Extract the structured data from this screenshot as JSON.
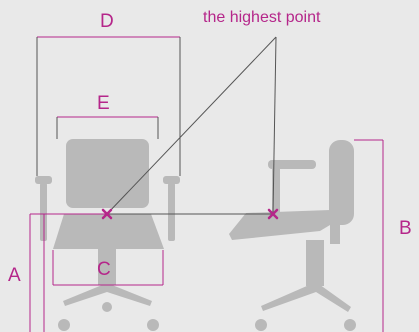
{
  "diagram": {
    "highest_point_label": "the highest point",
    "dimensions": {
      "d": "D",
      "e": "E",
      "c": "C",
      "a": "A",
      "b": "B"
    },
    "colors": {
      "background": "#e9e9e9",
      "chair": "#b9b9b9",
      "dimension_line": "#b5268a",
      "guide_line": "#555555",
      "marker": "#b5268a"
    }
  }
}
